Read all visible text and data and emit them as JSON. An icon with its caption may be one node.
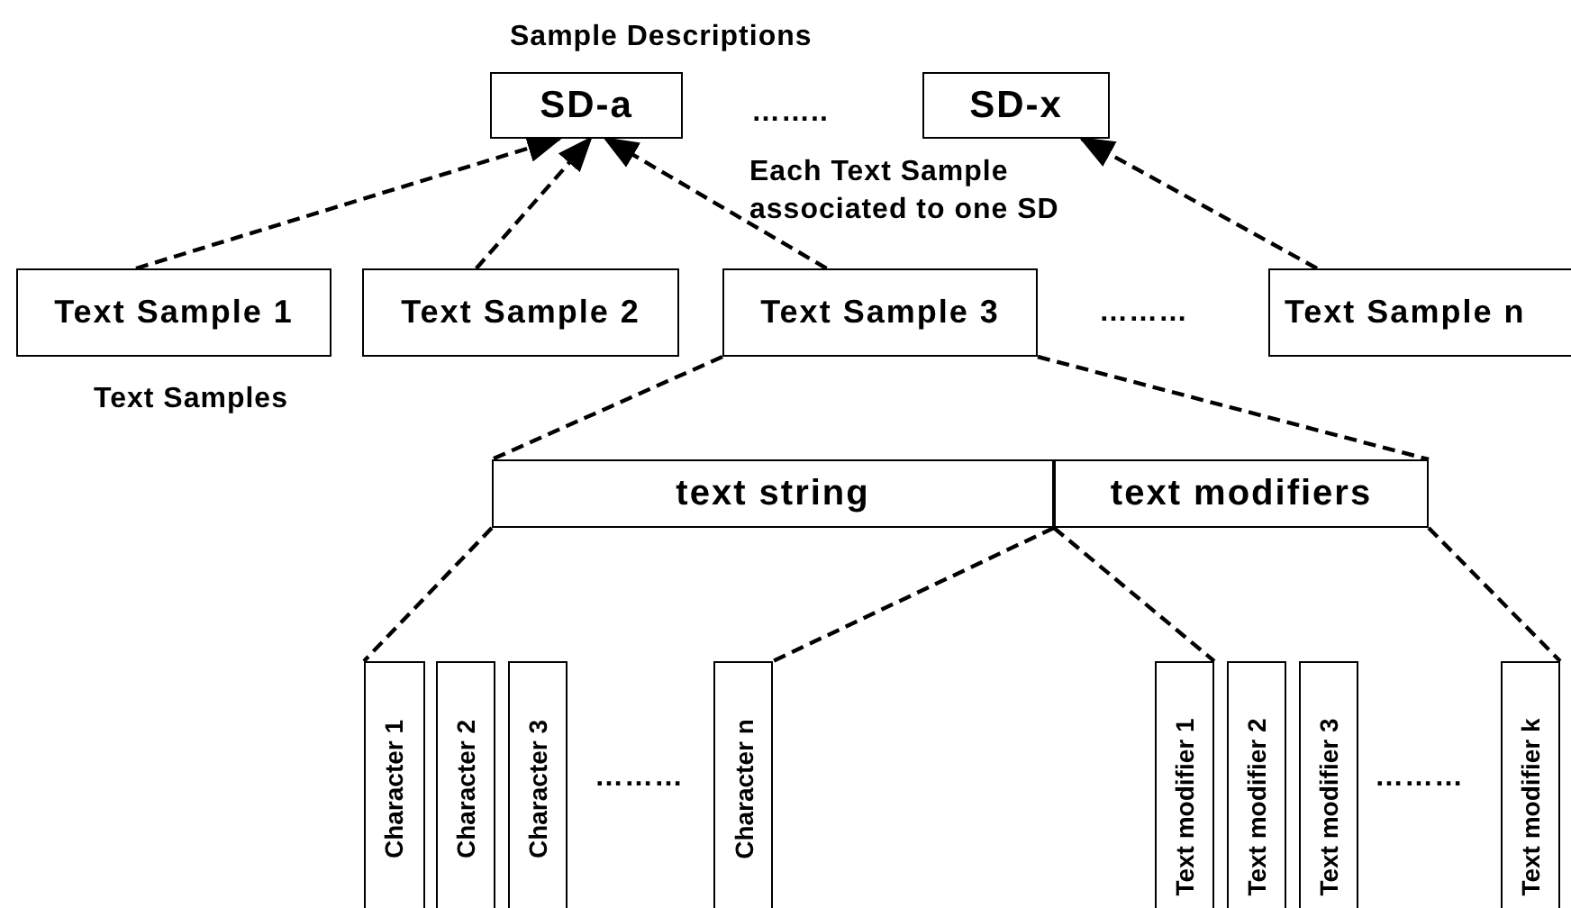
{
  "diagram": {
    "nodes": [
      {
        "text": [
          "SD-a"
        ]
      },
      {
        "text": [
          "SD-x"
        ]
      },
      {
        "text": [
          "Text Sample 1"
        ]
      },
      {
        "text": [
          "Text Sample 2"
        ]
      },
      {
        "text": [
          "Text Sample 3"
        ]
      },
      {
        "text": [
          "Text Sample n"
        ]
      },
      {
        "text": [
          "text string"
        ]
      },
      {
        "text": [
          "text modifiers"
        ]
      },
      {
        "text": [
          "Character 1"
        ]
      },
      {
        "text": [
          "Character 2"
        ]
      },
      {
        "text": [
          "Character 3"
        ]
      },
      {
        "text": [
          "Character n"
        ]
      },
      {
        "text": [
          "Text modifier 1"
        ]
      },
      {
        "text": [
          "Text modifier 2"
        ]
      },
      {
        "text": [
          "Text modifier 3"
        ]
      },
      {
        "text": [
          "Text modifier k"
        ]
      }
    ],
    "edges": [
      {
        "from": 2,
        "to": 0,
        "arrow": "to",
        "style": "dashed"
      },
      {
        "from": 3,
        "to": 0,
        "arrow": "to",
        "style": "dashed"
      },
      {
        "from": 4,
        "to": 0,
        "arrow": "to",
        "style": "dashed"
      },
      {
        "from": 5,
        "to": 1,
        "arrow": "to",
        "style": "dashed"
      },
      {
        "from": 4,
        "to": 6,
        "arrow": "none",
        "style": "dashed"
      },
      {
        "from": 4,
        "to": 7,
        "arrow": "none",
        "style": "dashed"
      },
      {
        "from": 6,
        "to": 8,
        "arrow": "none",
        "style": "dashed"
      },
      {
        "from": 6,
        "to": 11,
        "arrow": "none",
        "style": "dashed"
      },
      {
        "from": 7,
        "to": 12,
        "arrow": "none",
        "style": "dashed"
      },
      {
        "from": 7,
        "to": 15,
        "arrow": "none",
        "style": "dashed"
      }
    ],
    "labels": [
      "Sample Descriptions",
      "……..",
      "Each Text Sample associated to one SD",
      "………",
      "Text Samples",
      "………",
      "………"
    ]
  }
}
